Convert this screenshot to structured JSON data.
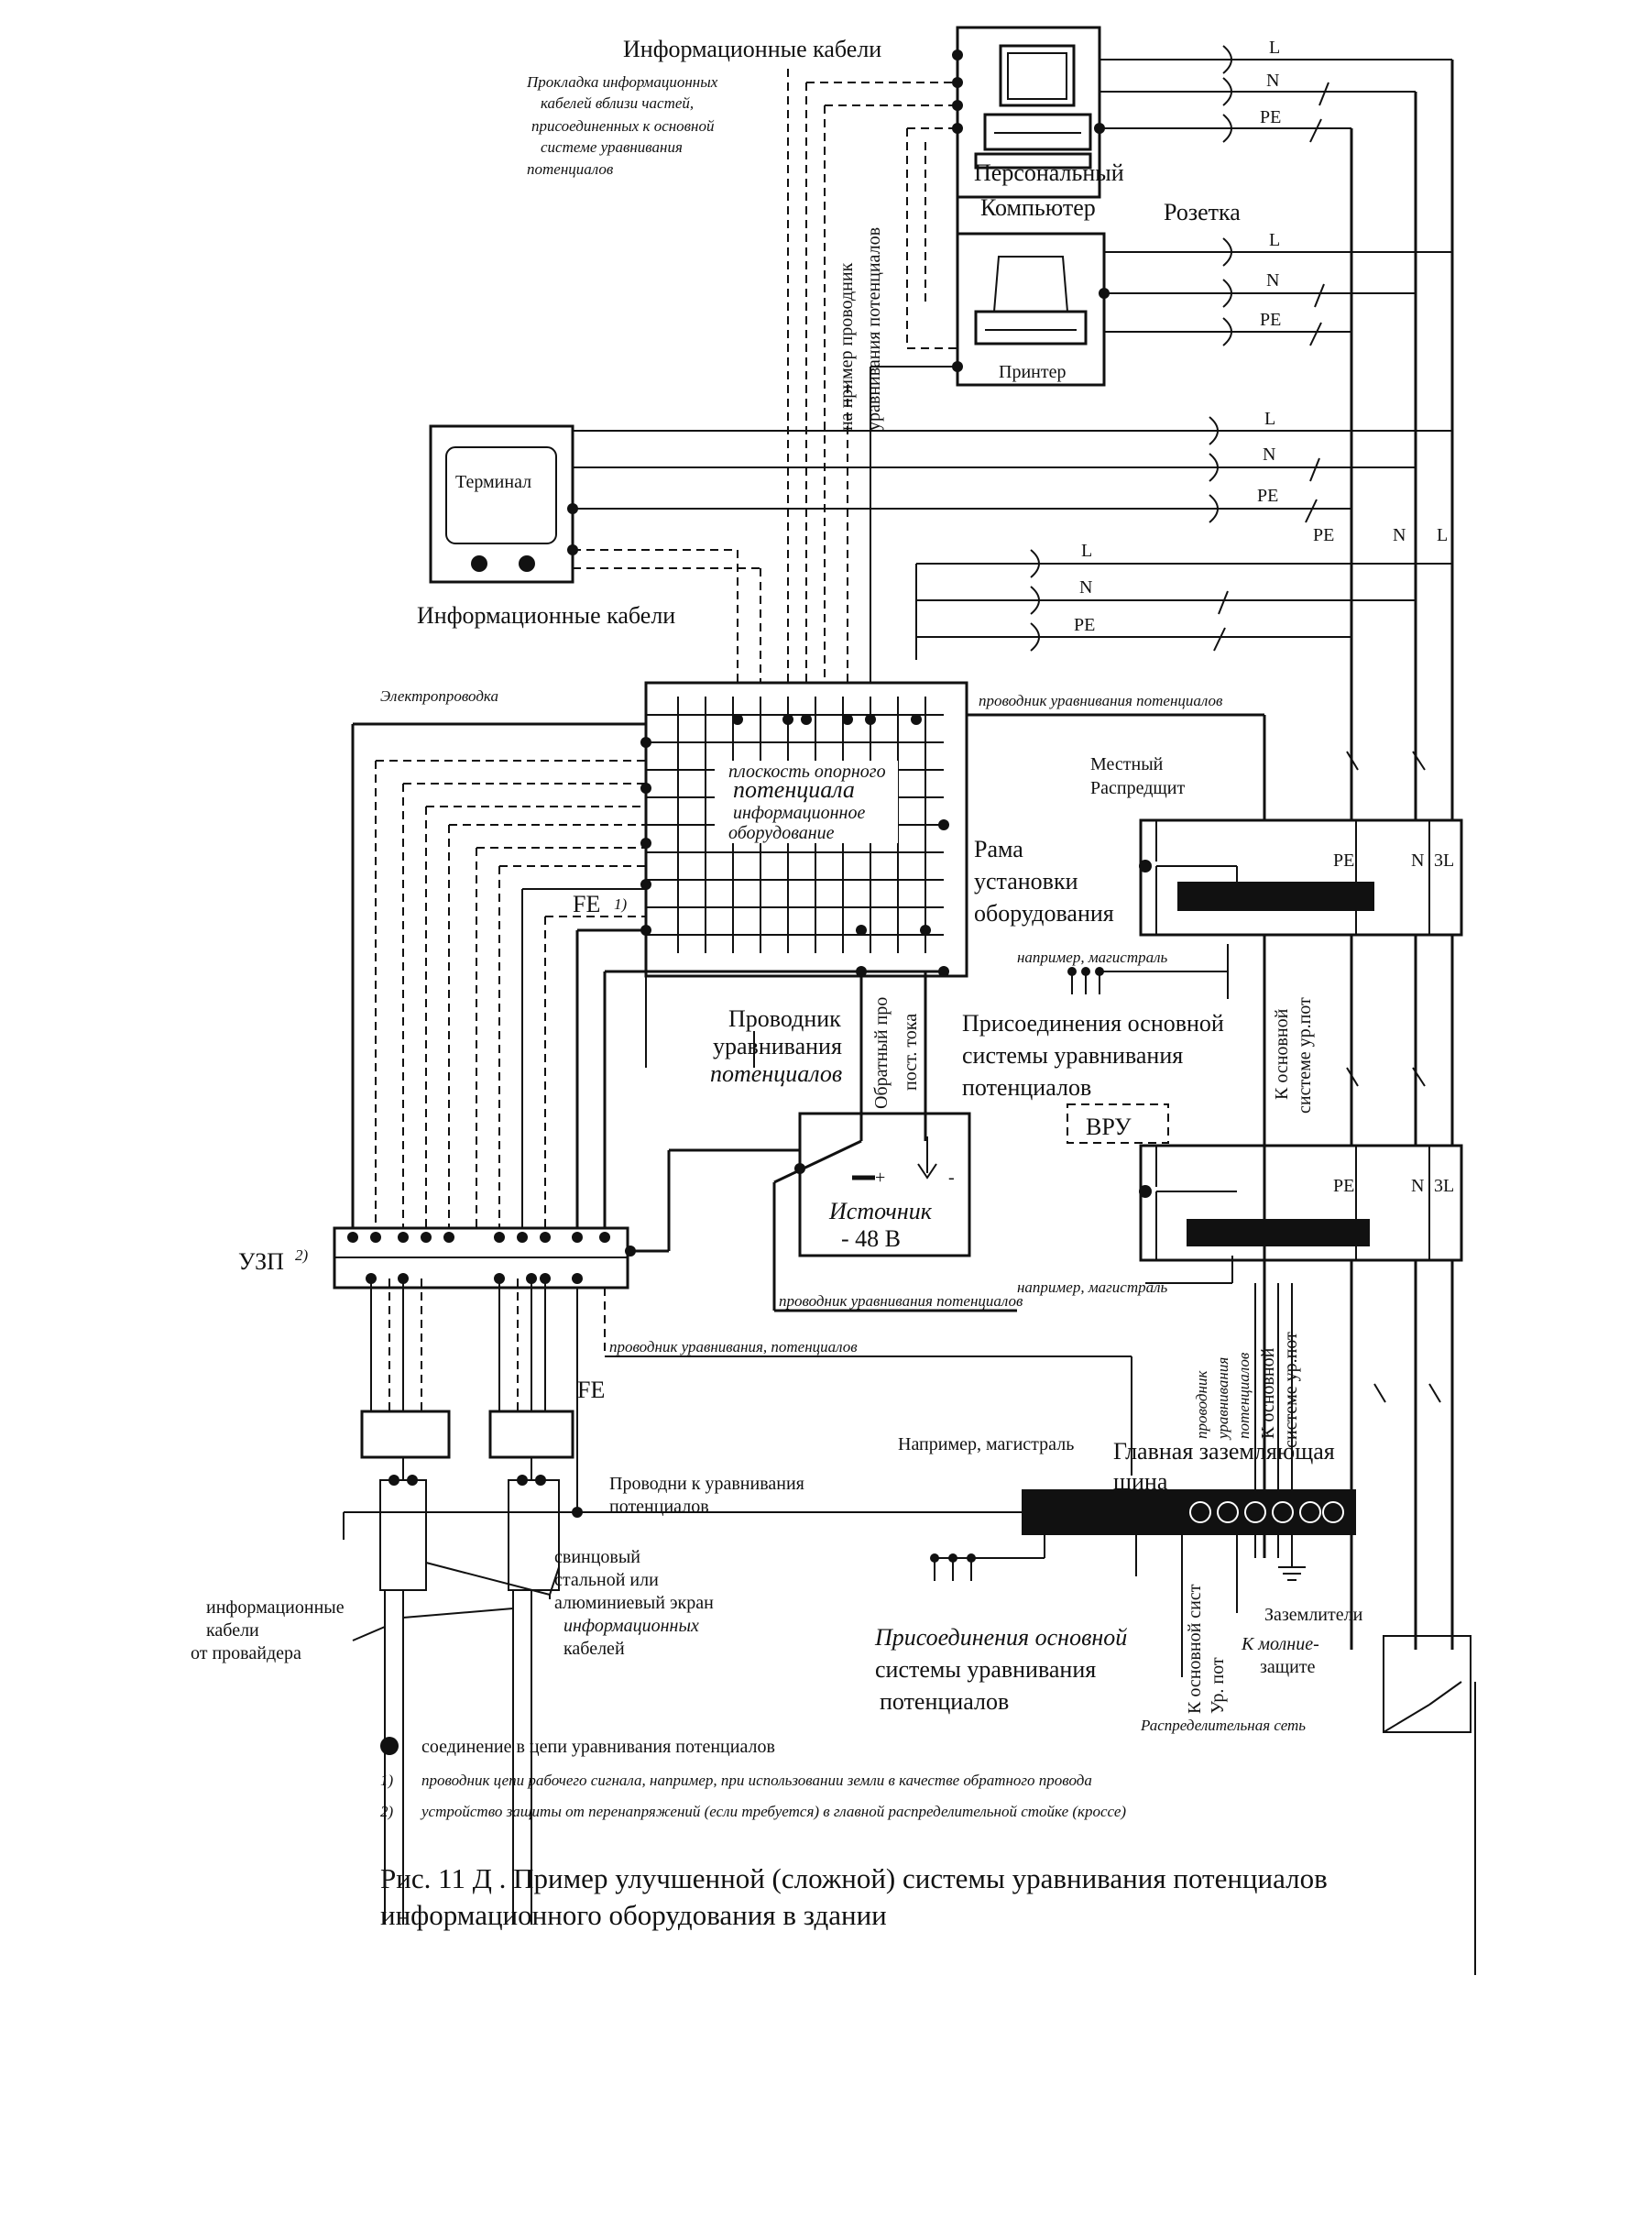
{
  "labels": {
    "info_cables_top": "Информационные кабели",
    "note_1": "Прокладка информационных",
    "note_2": "кабелей вблизи частей,",
    "note_3": "присоединенных к основной",
    "note_4": "системе уравнивания",
    "note_5": "потенциалов",
    "vert_1": "на пример проводник",
    "vert_2": "уравнивания потенциалов",
    "pc_1": "Персональный",
    "pc_2": "Компьютер",
    "socket": "Розетка",
    "printer": "Принтер",
    "terminal": "Терминал",
    "info_cables_mid": "Информационные кабели",
    "wiring": "Электропроводка",
    "eq_cond_top": "проводник уравнивания потенциалов",
    "plane_1": "плоскость опорного",
    "plane_2": "потенциала",
    "plane_3": "информационное",
    "plane_4": "оборудование",
    "local_1": "Местный",
    "local_2": "Распредщит",
    "frame_1": "Рама",
    "frame_2": "установки",
    "frame_3": "оборудования",
    "fe_1": "FE",
    "fe_1_sup": "1)",
    "main1": "например, магистраль",
    "conn_1": "Присоединения основной",
    "conn_2": "системы уравнивания",
    "conn_3": "потенциалов",
    "cond_1": "Проводник",
    "cond_2": "уравнивания",
    "cond_3": "потенциалов",
    "return_1": "Обратный про",
    "return_2": "пост. тока",
    "vru": "ВРУ",
    "to_main_1": "К основной",
    "to_main_2": "системе ур.пот",
    "source_1": "Источник",
    "source_2": "- 48 В",
    "uzp": "УЗП",
    "uzp_sup": "2)",
    "main2": "например, магистраль",
    "eq_cond_mid": "проводник уравнивания потенциалов",
    "eq_cond_low": "проводник уравнивания, потенциалов",
    "vert_eq_1": "проводник",
    "vert_eq_2": "уравнивания",
    "vert_eq_3": "потенциалов",
    "vert_main2_1": "К основной",
    "vert_main2_2": "системе ур.пот",
    "fe_2": "FE",
    "main3": "Например, магистраль",
    "mgb_1": "Главная заземляющая",
    "mgb_2": "шина",
    "eq_cond_left_1": "Проводни к уравнивания",
    "eq_cond_left_2": "потенциалов",
    "shield_1": "свинцовый",
    "shield_2": "стальной или",
    "shield_3": "алюминиевый экран",
    "shield_4": "информационных",
    "shield_5": "кабелей",
    "prov_1": "информационные",
    "prov_2": "кабели",
    "prov_3": "от провайдера",
    "conn_b_1": "Присоединения основной",
    "conn_b_2": "системы уравнивания",
    "conn_b_3": "потенциалов",
    "vert_main3_1": "К основной сист",
    "vert_main3_2": "Ур. пот",
    "earth": "Заземлители",
    "light_1": "К молние-",
    "light_2": "защите",
    "dist_net": "Распределительная сеть",
    "legend_dot": "соединение в цепи уравнивания потенциалов",
    "fn1_num": "1)",
    "fn1": "проводник цепи рабочего сигнала, например, при использовании земли в качестве обратного провода",
    "fn2_num": "2)",
    "fn2": "устройство защиты от перенапряжений (если требуется) в главной распределительной стойке (кроссе)",
    "caption_1": "Рис. 11 Д . Пример улучшенной (сложной) системы уравнивания потенциалов",
    "caption_2": "информационного оборудования в здании",
    "L": "L",
    "N": "N",
    "PE": "PE",
    "3L": "3L"
  }
}
